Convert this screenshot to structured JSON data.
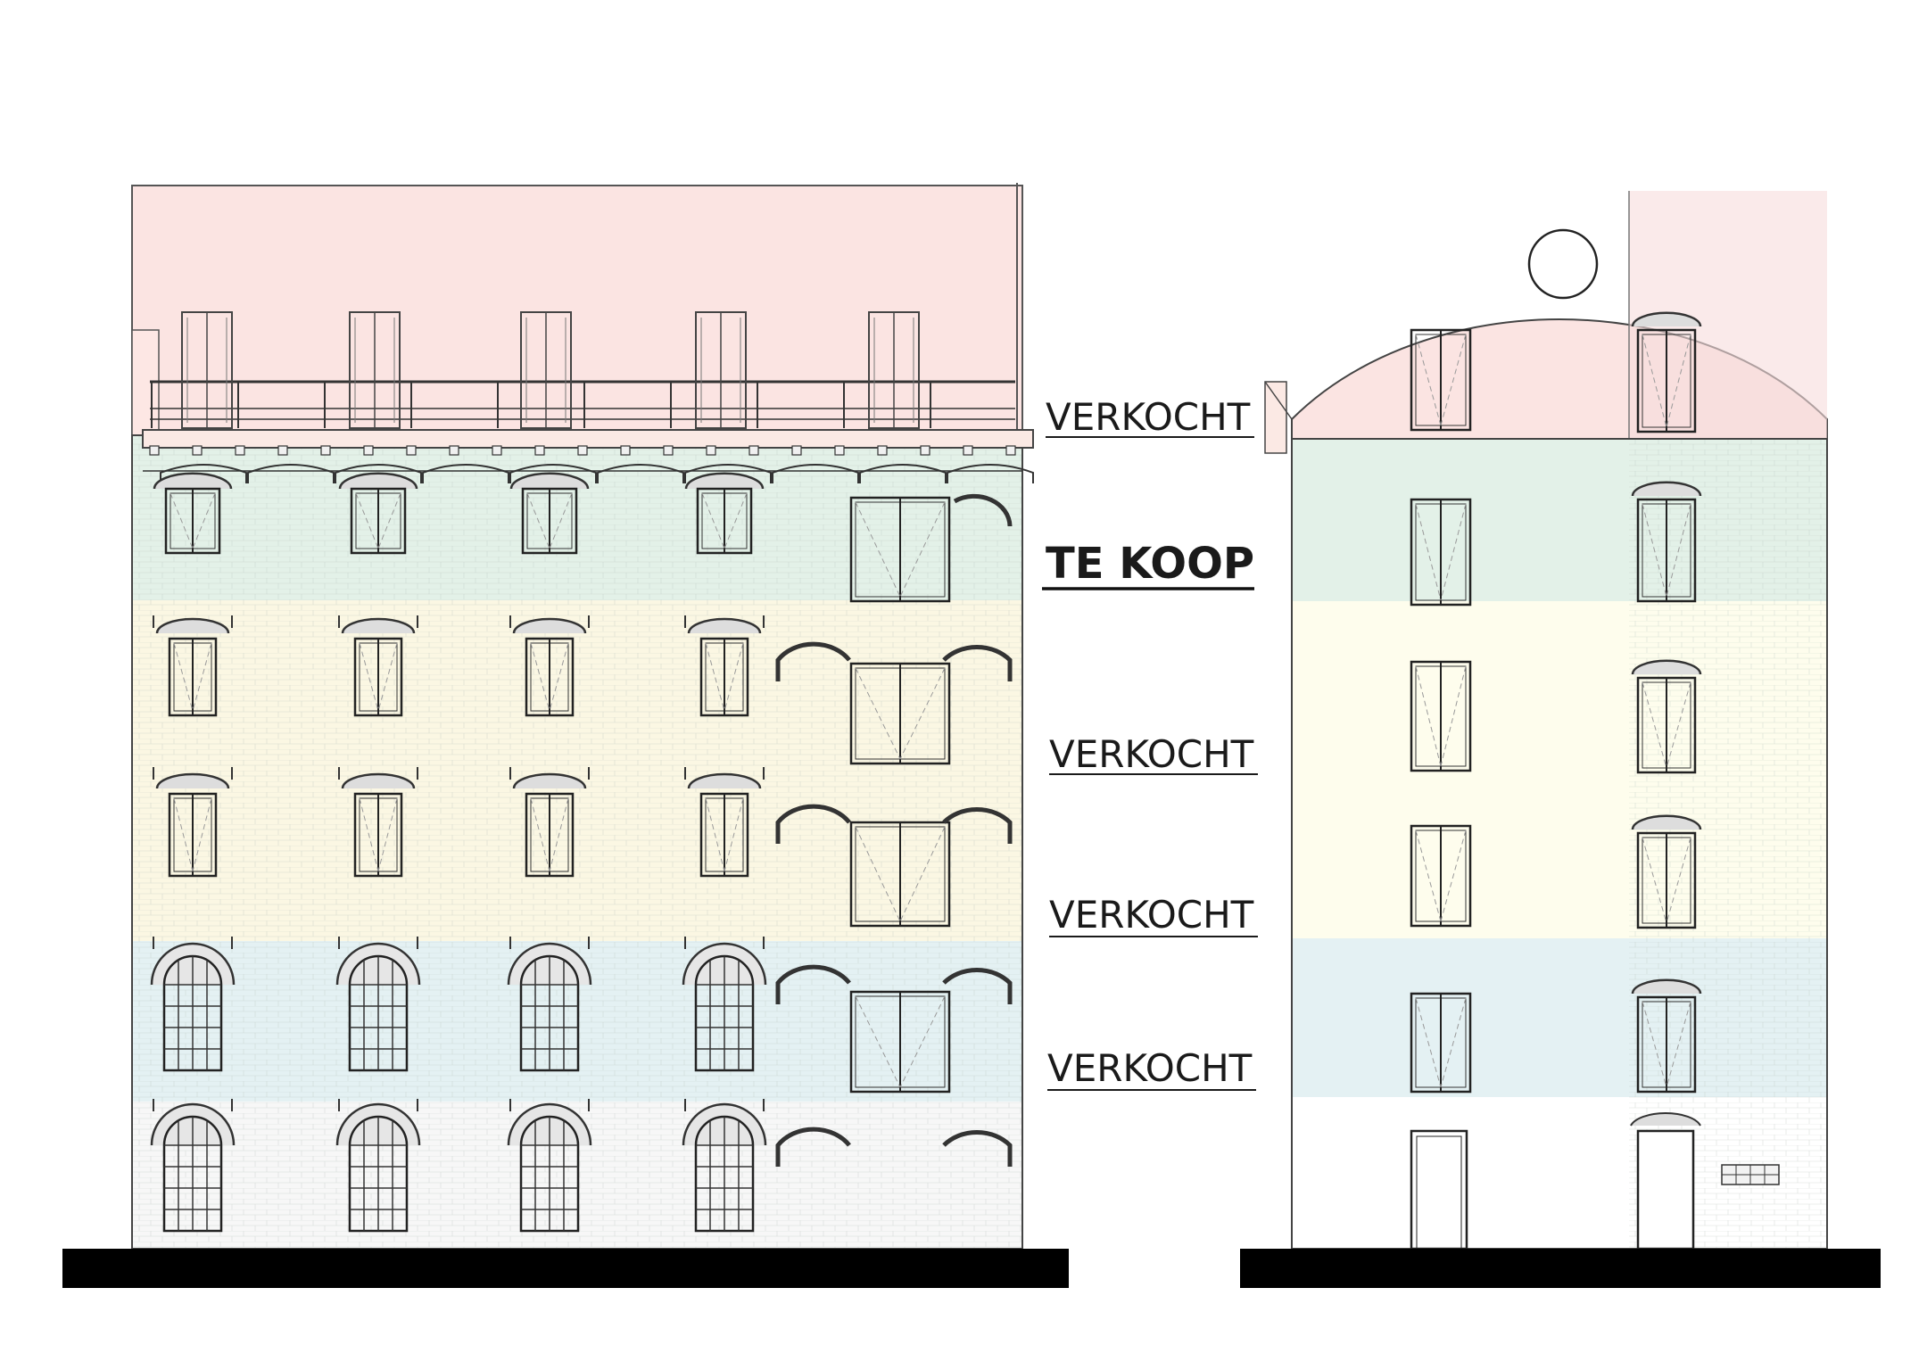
{
  "labels": {
    "floor_top": "VERKOCHT",
    "floor_2": "TE KOOP",
    "floor_3": "VERKOCHT",
    "floor_4": "VERKOCHT",
    "floor_5": "VERKOCHT"
  },
  "colors": {
    "roof": "#fbe4e2",
    "floor_mint": "#e3f1e8",
    "floor_cream": "#fbf7e3",
    "floor_cream_side": "#fefded",
    "floor_blue": "#e4f1f3",
    "floor_ground": "#f7f7f7",
    "line": "#3a3a3a",
    "ground_bar": "#000000"
  }
}
